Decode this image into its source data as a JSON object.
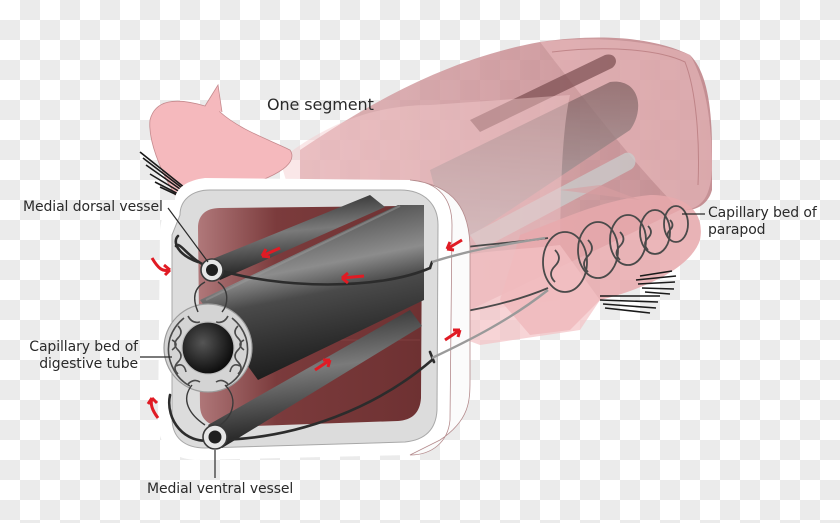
{
  "diagram": {
    "subject": "Annelid body segment circulatory system cross-section",
    "colors": {
      "background_light": "#ffffff",
      "background_checker": "#ebebeb",
      "body_pink": "#f4b8bc",
      "body_dark_pink": "#c98a8f",
      "cavity_maroon": "#7a3a3a",
      "vessel_dark": "#2e2e2e",
      "septum_gray": "#dcdcdc",
      "flow_arrow_red": "#e01b24",
      "label_text": "#2a2a2a"
    },
    "labels": {
      "one_segment": "One segment",
      "medial_dorsal_vessel": "Medial dorsal vessel",
      "capillary_bed_parapod_line1": "Capillary bed of",
      "capillary_bed_parapod_line2": "parapod",
      "capillary_bed_digestive_line1": "Capillary bed of",
      "capillary_bed_digestive_line2": "digestive tube",
      "medial_ventral_vessel": "Medial ventral vessel"
    },
    "components": [
      "body-segment",
      "digestive-tube",
      "medial-dorsal-vessel",
      "medial-ventral-vessel",
      "capillary-bed-digestive-tube",
      "capillary-bed-parapod",
      "parapodia",
      "setae-bristles",
      "septum",
      "flow-arrows"
    ]
  }
}
